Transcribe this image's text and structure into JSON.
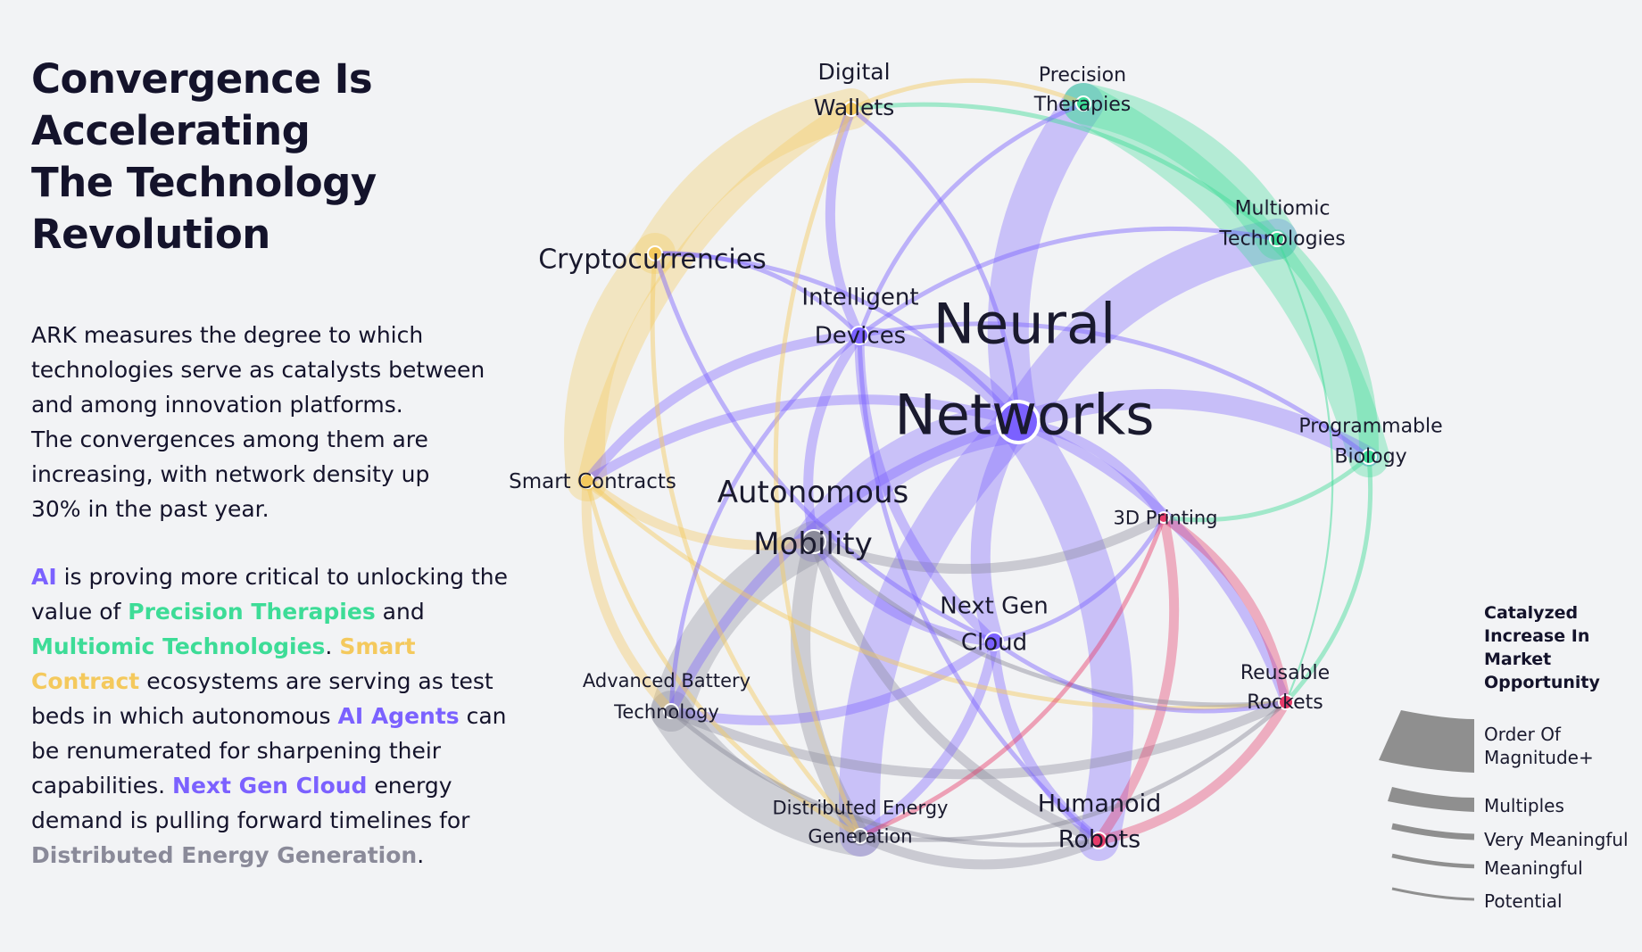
{
  "title_lines": [
    "Convergence Is Accelerating",
    "The Technology Revolution"
  ],
  "para1_lines": [
    "ARK measures the degree to which",
    "technologies serve as catalysts between",
    "and among innovation platforms.",
    "The convergences among them are",
    "increasing, with network density up",
    "30% in the past year."
  ],
  "para2": {
    "ai": "AI",
    "t1": " is proving more critical to unlocking the value of ",
    "precision": "Precision Therapies",
    "t2": " and ",
    "multiomic": "Multiomic Technologies",
    "t3": ". ",
    "smart": "Smart Contract",
    "t4": " ecosystems are serving as test beds in which autonomous ",
    "agents": "AI Agents",
    "t5": " can be renumerated for sharpening their capabilities. ",
    "cloud": "Next Gen Cloud",
    "t6": " energy demand is pulling forward timelines for ",
    "energy": "Distributed Energy Generation",
    "t7": "."
  },
  "colors": {
    "ai": "#7b61ff",
    "multiomics": "#3ddc97",
    "blockchain": "#f4c95d",
    "robotics": "#e63c6a",
    "energy": "#8a8a99",
    "text": "#14132b"
  },
  "nodes": [
    {
      "id": "dw",
      "lines": [
        "Digital",
        "Wallets"
      ],
      "group": "blockchain"
    },
    {
      "id": "pt",
      "lines": [
        "Precision",
        "Therapies"
      ],
      "group": "multiomics"
    },
    {
      "id": "mt",
      "lines": [
        "Multiomic",
        "Technologies"
      ],
      "group": "multiomics"
    },
    {
      "id": "cc",
      "lines": [
        "Cryptocurrencies"
      ],
      "group": "blockchain"
    },
    {
      "id": "id",
      "lines": [
        "Intelligent",
        "Devices"
      ],
      "group": "ai"
    },
    {
      "id": "nn",
      "lines": [
        "Neural",
        "Networks"
      ],
      "group": "ai"
    },
    {
      "id": "pb",
      "lines": [
        "Programmable",
        "Biology"
      ],
      "group": "multiomics"
    },
    {
      "id": "sc",
      "lines": [
        "Smart Contracts"
      ],
      "group": "blockchain"
    },
    {
      "id": "am",
      "lines": [
        "Autonomous",
        "Mobility"
      ],
      "group": "energy"
    },
    {
      "id": "tp",
      "lines": [
        "3D Printing"
      ],
      "group": "robotics"
    },
    {
      "id": "ng",
      "lines": [
        "Next Gen",
        "Cloud"
      ],
      "group": "ai"
    },
    {
      "id": "ab",
      "lines": [
        "Advanced Battery",
        "Technology"
      ],
      "group": "energy"
    },
    {
      "id": "rr",
      "lines": [
        "Reusable",
        "Rockets"
      ],
      "group": "robotics"
    },
    {
      "id": "de",
      "lines": [
        "Distributed Energy",
        "Generation"
      ],
      "group": "energy"
    },
    {
      "id": "hr",
      "lines": [
        "Humanoid",
        "Robots"
      ],
      "group": "robotics"
    }
  ],
  "edges": [
    {
      "a": "nn",
      "b": "pt",
      "level": 5
    },
    {
      "a": "nn",
      "b": "mt",
      "level": 5
    },
    {
      "a": "nn",
      "b": "pb",
      "level": 4
    },
    {
      "a": "nn",
      "b": "am",
      "level": 5
    },
    {
      "a": "nn",
      "b": "hr",
      "level": 5
    },
    {
      "a": "nn",
      "b": "ng",
      "level": 4
    },
    {
      "a": "nn",
      "b": "de",
      "level": 5
    },
    {
      "a": "nn",
      "b": "id",
      "level": 4
    },
    {
      "a": "nn",
      "b": "rr",
      "level": 3
    },
    {
      "a": "nn",
      "b": "tp",
      "level": 3
    },
    {
      "a": "nn",
      "b": "dw",
      "level": 2
    },
    {
      "a": "nn",
      "b": "sc",
      "level": 3
    },
    {
      "a": "nn",
      "b": "ab",
      "level": 3
    },
    {
      "a": "nn",
      "b": "cc",
      "level": 2
    },
    {
      "a": "pt",
      "b": "mt",
      "level": 5
    },
    {
      "a": "pt",
      "b": "pb",
      "level": 5
    },
    {
      "a": "mt",
      "b": "pb",
      "level": 4
    },
    {
      "a": "pb",
      "b": "rr",
      "level": 2
    },
    {
      "a": "pb",
      "b": "id",
      "level": 2
    },
    {
      "a": "mt",
      "b": "dw",
      "level": 2
    },
    {
      "a": "dw",
      "b": "cc",
      "level": 5
    },
    {
      "a": "cc",
      "b": "sc",
      "level": 5
    },
    {
      "a": "dw",
      "b": "sc",
      "level": 4
    },
    {
      "a": "dw",
      "b": "id",
      "level": 3
    },
    {
      "a": "dw",
      "b": "pt",
      "level": 2
    },
    {
      "a": "cc",
      "b": "ng",
      "level": 2
    },
    {
      "a": "cc",
      "b": "de",
      "level": 2
    },
    {
      "a": "cc",
      "b": "id",
      "level": 2
    },
    {
      "a": "sc",
      "b": "ab",
      "level": 3
    },
    {
      "a": "sc",
      "b": "id",
      "level": 3
    },
    {
      "a": "sc",
      "b": "am",
      "level": 3
    },
    {
      "a": "sc",
      "b": "de",
      "level": 2
    },
    {
      "a": "sc",
      "b": "rr",
      "level": 2
    },
    {
      "a": "am",
      "b": "ab",
      "level": 5
    },
    {
      "a": "am",
      "b": "de",
      "level": 4
    },
    {
      "a": "am",
      "b": "hr",
      "level": 3
    },
    {
      "a": "am",
      "b": "ng",
      "level": 3
    },
    {
      "a": "am",
      "b": "id",
      "level": 3
    },
    {
      "a": "am",
      "b": "tp",
      "level": 3
    },
    {
      "a": "am",
      "b": "rr",
      "level": 2
    },
    {
      "a": "ab",
      "b": "de",
      "level": 5
    },
    {
      "a": "ab",
      "b": "ng",
      "level": 3
    },
    {
      "a": "ab",
      "b": "rr",
      "level": 3
    },
    {
      "a": "ab",
      "b": "hr",
      "level": 2
    },
    {
      "a": "ab",
      "b": "id",
      "level": 2
    },
    {
      "a": "de",
      "b": "ng",
      "level": 3
    },
    {
      "a": "de",
      "b": "hr",
      "level": 3
    },
    {
      "a": "de",
      "b": "rr",
      "level": 2
    },
    {
      "a": "ng",
      "b": "hr",
      "level": 3
    },
    {
      "a": "ng",
      "b": "rr",
      "level": 2
    },
    {
      "a": "ng",
      "b": "id",
      "level": 3
    },
    {
      "a": "ng",
      "b": "tp",
      "level": 2
    },
    {
      "a": "hr",
      "b": "tp",
      "level": 3
    },
    {
      "a": "hr",
      "b": "rr",
      "level": 3
    },
    {
      "a": "hr",
      "b": "id",
      "level": 2
    },
    {
      "a": "tp",
      "b": "rr",
      "level": 3
    },
    {
      "a": "tp",
      "b": "pb",
      "level": 2
    },
    {
      "a": "tp",
      "b": "de",
      "level": 2
    },
    {
      "a": "rr",
      "b": "mt",
      "level": 1
    },
    {
      "a": "id",
      "b": "mt",
      "level": 2
    },
    {
      "a": "dw",
      "b": "de",
      "level": 2
    },
    {
      "a": "pt",
      "b": "id",
      "level": 2
    }
  ],
  "legend": {
    "title_lines": [
      "Catalyzed",
      "Increase In",
      "Market",
      "Opportunity"
    ],
    "items": [
      {
        "label_lines": [
          "Order Of",
          "Magnitude+"
        ],
        "level": 5
      },
      {
        "label_lines": [
          "Multiples"
        ],
        "level": 4
      },
      {
        "label_lines": [
          "Very Meaningful"
        ],
        "level": 3
      },
      {
        "label_lines": [
          "Meaningful"
        ],
        "level": 2
      },
      {
        "label_lines": [
          "Potential"
        ],
        "level": 1
      }
    ]
  }
}
